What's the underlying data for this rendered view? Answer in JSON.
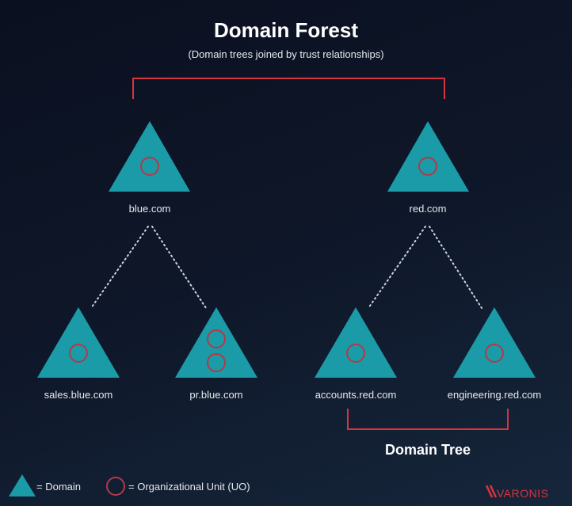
{
  "title": "Domain Forest",
  "subtitle": "(Domain trees joined by trust relationships)",
  "domains": {
    "blue": "blue.com",
    "red": "red.com",
    "sales": "sales.blue.com",
    "pr": "pr.blue.com",
    "accounts": "accounts.red.com",
    "engineering": "engineering.red.com"
  },
  "domain_tree_label": "Domain Tree",
  "legend": {
    "domain": "= Domain",
    "ou": "= Organizational Unit (UO)"
  },
  "logo": "VARONIS",
  "colors": {
    "domain": "#1b9aa7",
    "ou": "#b23a48",
    "bracket": "#d8343f"
  }
}
